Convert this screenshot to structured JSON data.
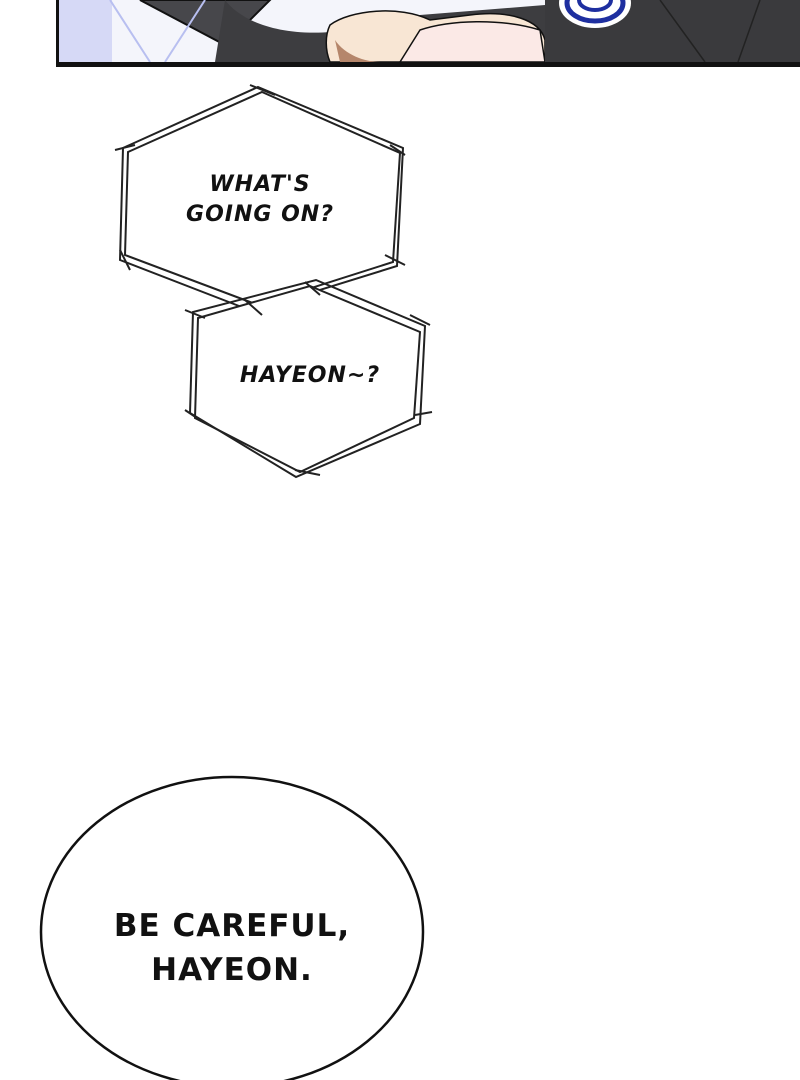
{
  "panel_top": {
    "description_colors": {
      "suit": "#3d3d40",
      "skin": "#f7e3cf",
      "shirt": "#ffffff",
      "emblem": "#1e2fa0"
    }
  },
  "bubble_1": {
    "line1": "WHAT'S",
    "line2": "GOING ON?"
  },
  "bubble_2": {
    "text": "HAYEON~?"
  },
  "bubble_3": {
    "line1": "BE CAREFUL,",
    "line2": "HAYEON."
  }
}
